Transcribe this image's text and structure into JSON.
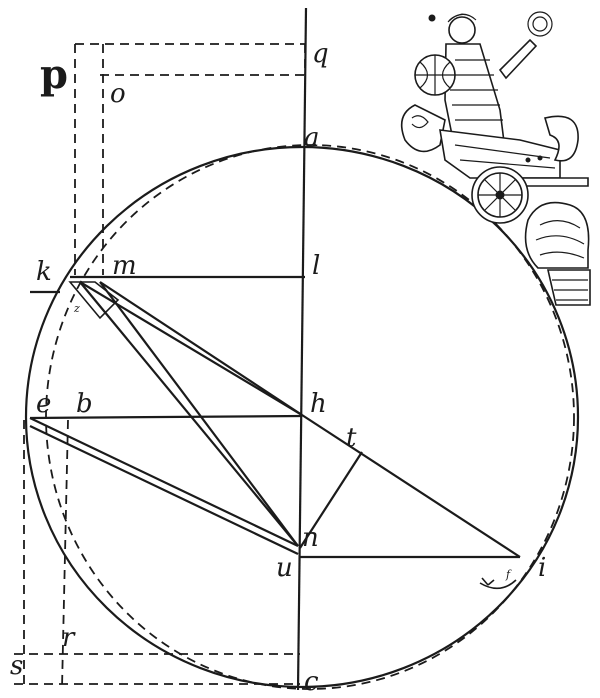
{
  "diagram": {
    "labels": {
      "p": "p",
      "q": "q",
      "o": "o",
      "a": "a",
      "k": "k",
      "m": "m",
      "l": "l",
      "z": "z",
      "e": "e",
      "b": "b",
      "h": "h",
      "t": "t",
      "n": "n",
      "u": "u",
      "i": "i",
      "f": "f",
      "s": "s",
      "r": "r",
      "c": "c"
    },
    "illustration": "chariot-figure-with-wreath",
    "ink_color": "#1b1b1b",
    "paper_color": "#ffffff"
  }
}
